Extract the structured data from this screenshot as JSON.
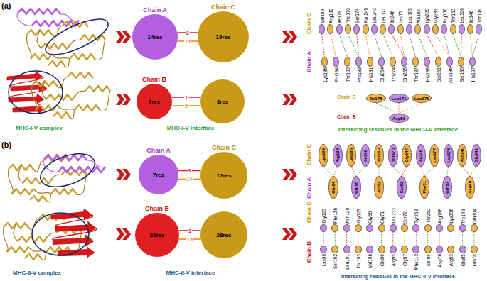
{
  "diagram": {
    "nodes": [
      {
        "text": [
          "Chain A",
          "14res"
        ]
      },
      {
        "text": [
          "Chain C",
          "19res"
        ]
      },
      {
        "text": [
          "Chain B",
          "7res"
        ]
      },
      {
        "text": [
          "3res"
        ]
      },
      {
        "text": [
          "Val189"
        ]
      },
      {
        "text": [
          "Arg192"
        ]
      },
      {
        "text": [
          "Ile178"
        ]
      },
      {
        "text": [
          "Phe170"
        ]
      },
      {
        "text": [
          "Ser174"
        ]
      },
      {
        "text": [
          "Asn240"
        ]
      },
      {
        "text": [
          "Leu243"
        ]
      },
      {
        "text": [
          "Leu177"
        ]
      },
      {
        "text": [
          "Ile246"
        ]
      },
      {
        "text": [
          "Leu73"
        ]
      },
      {
        "text": [
          "Leu185"
        ]
      },
      {
        "text": [
          "Ala182"
        ]
      },
      {
        "text": [
          "Lys229"
        ]
      },
      {
        "text": [
          "Gly233"
        ]
      },
      {
        "text": [
          "Arg166"
        ]
      },
      {
        "text": [
          "Thr150"
        ]
      },
      {
        "text": [
          "Leu226"
        ]
      },
      {
        "text": [
          "Ile146"
        ]
      },
      {
        "text": [
          "Thr149"
        ]
      },
      {
        "text": [
          "Lys186"
        ]
      },
      {
        "text": [
          "Pro184"
        ]
      },
      {
        "text": [
          "Thr190"
        ]
      },
      {
        "text": [
          "Pro193"
        ]
      },
      {
        "text": [
          "His191"
        ]
      },
      {
        "text": [
          "Glu254"
        ]
      },
      {
        "text": [
          "Trp274"
        ]
      },
      {
        "text": [
          "Gln255"
        ]
      },
      {
        "text": [
          "Thr187"
        ]
      },
      {
        "text": [
          "His188"
        ]
      },
      {
        "text": [
          "Ser251"
        ]
      },
      {
        "text": [
          "Asp196"
        ]
      },
      {
        "text": [
          "Ser195"
        ]
      },
      {
        "text": [
          "His197"
        ]
      },
      {
        "text": [
          "Ile178"
        ]
      },
      {
        "text": [
          "Leu171"
        ]
      },
      {
        "text": [
          "Leu175"
        ]
      },
      {
        "text": [
          "Asp59"
        ]
      },
      {
        "text": [
          "Chain A",
          "7res"
        ]
      },
      {
        "text": [
          "Chain C",
          "12res"
        ]
      },
      {
        "text": [
          "Chain B",
          "26res"
        ]
      },
      {
        "text": [
          "28res"
        ]
      },
      {
        "text": [
          "Lys189"
        ]
      },
      {
        "text": [
          "Arg192"
        ]
      },
      {
        "text": [
          "Lys185"
        ]
      },
      {
        "text": [
          "Ile186"
        ]
      },
      {
        "text": [
          "Thr150"
        ]
      },
      {
        "text": [
          "Thr170"
        ]
      },
      {
        "text": [
          "Gly147"
        ]
      },
      {
        "text": [
          "Ile246"
        ]
      },
      {
        "text": [
          "Leu177"
        ]
      },
      {
        "text": [
          "Leu173"
        ]
      },
      {
        "text": [
          "Asn240"
        ]
      },
      {
        "text": [
          "Glu241"
        ]
      },
      {
        "text": [
          "Glu64"
        ]
      },
      {
        "text": [
          "Glu55"
        ]
      },
      {
        "text": [
          "Ala52"
        ]
      },
      {
        "text": [
          "Ser53"
        ]
      },
      {
        "text": [
          "Phe51"
        ]
      },
      {
        "text": [
          "Gln57"
        ]
      },
      {
        "text": [
          "Asp69"
        ]
      },
      {
        "text": [
          "Gly125"
        ]
      },
      {
        "text": [
          "Phe116"
        ]
      },
      {
        "text": [
          "Asn128"
        ]
      },
      {
        "text": [
          "Gly123"
        ]
      },
      {
        "text": [
          "Gly69"
        ]
      },
      {
        "text": [
          "Gly71"
        ]
      },
      {
        "text": [
          "Leu233"
        ]
      },
      {
        "text": [
          "Ser72"
        ]
      },
      {
        "text": [
          "Tyr253"
        ]
      },
      {
        "text": [
          "Thr250"
        ]
      },
      {
        "text": [
          "Arg188"
        ]
      },
      {
        "text": [
          "Lys306"
        ]
      },
      {
        "text": [
          "Trp149"
        ]
      },
      {
        "text": [
          "Gln304"
        ]
      },
      {
        "text": [
          "Lys98"
        ]
      },
      {
        "text": [
          "Ser102"
        ]
      },
      {
        "text": [
          "Leu101"
        ]
      },
      {
        "text": [
          "Thr103"
        ]
      },
      {
        "text": [
          "Val106"
        ]
      },
      {
        "text": [
          "Gln96"
        ]
      },
      {
        "text": [
          "Arg95"
        ]
      },
      {
        "text": [
          "Gly97"
        ]
      },
      {
        "text": [
          "Phe113"
        ]
      },
      {
        "text": [
          "Ser88"
        ]
      },
      {
        "text": [
          "Asp76"
        ]
      },
      {
        "text": [
          "Arg93"
        ]
      },
      {
        "text": [
          "Glu85"
        ]
      },
      {
        "text": [
          "Gln78"
        ]
      }
    ],
    "edges": [
      {
        "from": 0,
        "to": 1,
        "arrow": "none",
        "label": "2"
      },
      {
        "from": 0,
        "to": 1,
        "arrow": "none",
        "label": "15"
      },
      {
        "from": 2,
        "to": 3,
        "arrow": "none",
        "label": "1"
      },
      {
        "from": 2,
        "to": 3,
        "arrow": "none",
        "label": "9"
      },
      {
        "from": 41,
        "to": 42,
        "arrow": "none",
        "label": "3"
      },
      {
        "from": 41,
        "to": 42,
        "arrow": "none",
        "label": "14"
      },
      {
        "from": 43,
        "to": 44,
        "arrow": "none",
        "label": "1"
      },
      {
        "from": 43,
        "to": 44,
        "arrow": "none",
        "label": "15"
      },
      {
        "from": 4,
        "to": 23,
        "arrow": "none"
      },
      {
        "from": 5,
        "to": 24,
        "arrow": "none"
      },
      {
        "from": 6,
        "to": 25,
        "arrow": "none"
      },
      {
        "from": 7,
        "to": 26,
        "arrow": "none"
      },
      {
        "from": 8,
        "to": 26,
        "arrow": "none"
      },
      {
        "from": 9,
        "to": 27,
        "arrow": "none"
      },
      {
        "from": 10,
        "to": 28,
        "arrow": "none"
      },
      {
        "from": 11,
        "to": 29,
        "arrow": "none"
      },
      {
        "from": 12,
        "to": 30,
        "arrow": "none"
      },
      {
        "from": 13,
        "to": 30,
        "arrow": "none"
      },
      {
        "from": 14,
        "to": 31,
        "arrow": "none"
      },
      {
        "from": 15,
        "to": 32,
        "arrow": "none"
      },
      {
        "from": 16,
        "to": 33,
        "arrow": "none"
      },
      {
        "from": 17,
        "to": 34,
        "arrow": "none"
      },
      {
        "from": 18,
        "to": 34,
        "arrow": "none"
      },
      {
        "from": 19,
        "to": 35,
        "arrow": "none"
      },
      {
        "from": 20,
        "to": 35,
        "arrow": "none"
      },
      {
        "from": 21,
        "to": 36,
        "arrow": "none"
      },
      {
        "from": 22,
        "to": 36,
        "arrow": "none"
      },
      {
        "from": 37,
        "to": 40,
        "arrow": "none"
      },
      {
        "from": 38,
        "to": 40,
        "arrow": "none"
      },
      {
        "from": 39,
        "to": 40,
        "arrow": "none"
      },
      {
        "from": 45,
        "to": 57,
        "arrow": "none"
      },
      {
        "from": 46,
        "to": 57,
        "arrow": "none"
      },
      {
        "from": 47,
        "to": 58,
        "arrow": "none"
      },
      {
        "from": 48,
        "to": 58,
        "arrow": "none"
      },
      {
        "from": 49,
        "to": 59,
        "arrow": "none"
      },
      {
        "from": 50,
        "to": 60,
        "arrow": "none"
      },
      {
        "from": 51,
        "to": 60,
        "arrow": "none"
      },
      {
        "from": 52,
        "to": 61,
        "arrow": "none"
      },
      {
        "from": 53,
        "to": 61,
        "arrow": "none"
      },
      {
        "from": 54,
        "to": 62,
        "arrow": "none"
      },
      {
        "from": 55,
        "to": 63,
        "arrow": "none"
      },
      {
        "from": 56,
        "to": 63,
        "arrow": "none"
      },
      {
        "from": 64,
        "to": 78,
        "arrow": "none"
      },
      {
        "from": 65,
        "to": 79,
        "arrow": "none"
      },
      {
        "from": 66,
        "to": 80,
        "arrow": "none"
      },
      {
        "from": 67,
        "to": 81,
        "arrow": "none"
      },
      {
        "from": 68,
        "to": 82,
        "arrow": "none"
      },
      {
        "from": 69,
        "to": 83,
        "arrow": "none"
      },
      {
        "from": 70,
        "to": 84,
        "arrow": "none"
      },
      {
        "from": 71,
        "to": 85,
        "arrow": "none"
      },
      {
        "from": 72,
        "to": 86,
        "arrow": "none"
      },
      {
        "from": 73,
        "to": 87,
        "arrow": "none"
      },
      {
        "from": 74,
        "to": 88,
        "arrow": "none"
      },
      {
        "from": 75,
        "to": 89,
        "arrow": "none"
      },
      {
        "from": 76,
        "to": 90,
        "arrow": "none"
      },
      {
        "from": 77,
        "to": 91,
        "arrow": "none"
      }
    ],
    "labels": [
      "(a)",
      "MHC-I-V complex",
      "MHC-I-V interface",
      "Chain C",
      "Chain A",
      "Chain C",
      "Chain B",
      "Interacting residues in the MHC-I-V interface",
      "(b)",
      "MHC-II-V complex",
      "MHC-II-V interface",
      "Chain C",
      "Chain A",
      "Chain C",
      "Chain B",
      "Interacting residues in the MHC-II-V interface"
    ]
  }
}
